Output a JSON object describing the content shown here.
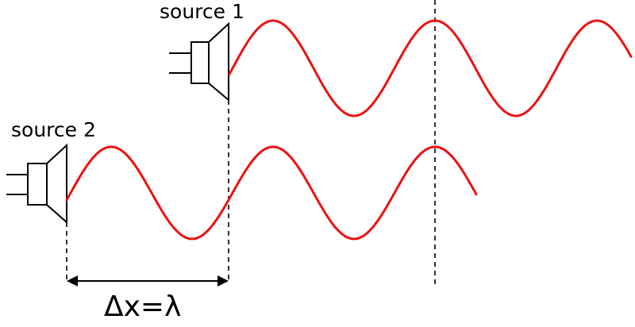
{
  "labels": {
    "source1": "source 1",
    "source2": "source 2",
    "path_difference": "Δx=λ"
  },
  "colors": {
    "wave": "#ee1111",
    "ink": "#000000"
  },
  "icons": {
    "source1": "speaker-icon",
    "source2": "speaker-icon"
  }
}
